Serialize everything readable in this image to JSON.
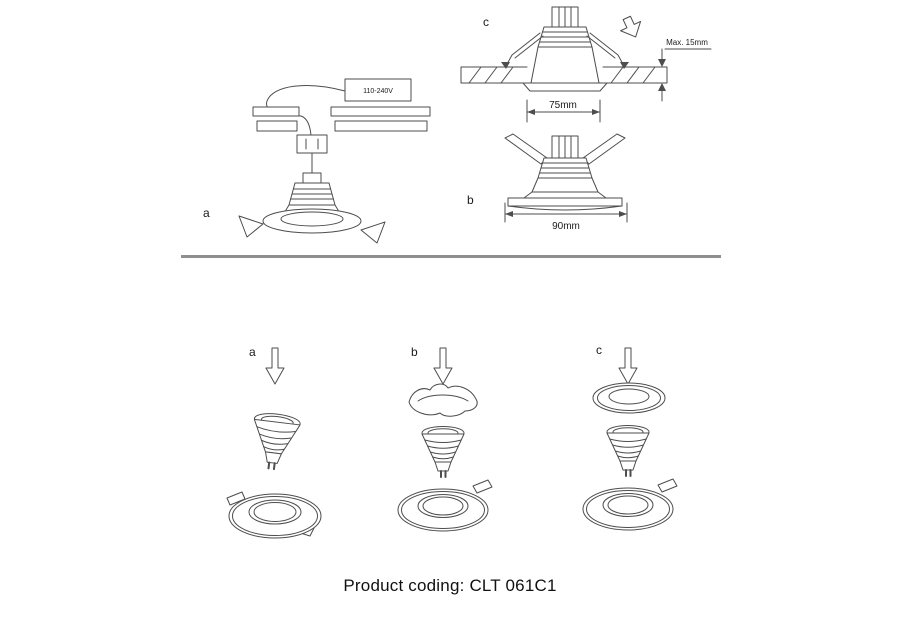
{
  "footer": {
    "product_coding": "Product coding: CLT 061C1"
  },
  "install": {
    "a": {
      "label": "a",
      "driver": "110-240V"
    },
    "b": {
      "label": "b",
      "outer_diameter": "90mm"
    },
    "c": {
      "label": "c",
      "max_thickness": "Max. 15mm",
      "cutout_diameter": "75mm"
    }
  },
  "assembly": {
    "a": {
      "label": "a"
    },
    "b": {
      "label": "b"
    },
    "c": {
      "label": "c"
    }
  },
  "colors": {
    "line": "#4d4d4d",
    "divider": "#8f8f8f",
    "text": "#1a1a1a",
    "background": "#ffffff"
  }
}
